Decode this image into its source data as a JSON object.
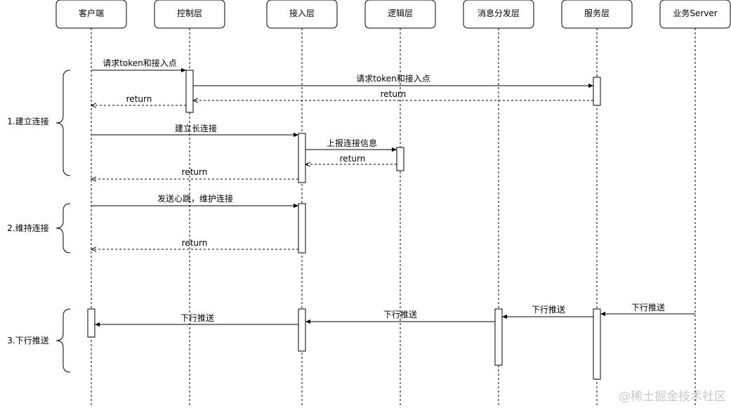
{
  "participants": [
    {
      "id": "client",
      "label": "客户端"
    },
    {
      "id": "control",
      "label": "控制层"
    },
    {
      "id": "access",
      "label": "接入层"
    },
    {
      "id": "logic",
      "label": "逻辑层"
    },
    {
      "id": "dispatch",
      "label": "消息分发层"
    },
    {
      "id": "service",
      "label": "服务层"
    },
    {
      "id": "biz",
      "label": "业务Server"
    }
  ],
  "messages": [
    {
      "label": "请求token和接入点",
      "from": "client",
      "to": "control",
      "style": "solid"
    },
    {
      "label": "请求token和接入点",
      "from": "control",
      "to": "service",
      "style": "solid"
    },
    {
      "label": "return",
      "from": "service",
      "to": "control",
      "style": "dashed"
    },
    {
      "label": "return",
      "from": "control",
      "to": "client",
      "style": "dashed"
    },
    {
      "label": "建立长连接",
      "from": "client",
      "to": "access",
      "style": "solid"
    },
    {
      "label": "上报连接信息",
      "from": "access",
      "to": "logic",
      "style": "solid"
    },
    {
      "label": "return",
      "from": "logic",
      "to": "access",
      "style": "dashed"
    },
    {
      "label": "return",
      "from": "access",
      "to": "client",
      "style": "dashed"
    },
    {
      "label": "发送心跳，维护连接",
      "from": "client",
      "to": "access",
      "style": "solid"
    },
    {
      "label": "return",
      "from": "access",
      "to": "client",
      "style": "dashed"
    },
    {
      "label": "下行推送",
      "from": "biz",
      "to": "service",
      "style": "solid"
    },
    {
      "label": "下行推送",
      "from": "service",
      "to": "dispatch",
      "style": "solid"
    },
    {
      "label": "下行推送",
      "from": "dispatch",
      "to": "access",
      "style": "solid"
    },
    {
      "label": "下行推送",
      "from": "access",
      "to": "client",
      "style": "solid"
    }
  ],
  "phases": [
    {
      "label": "1.建立连接"
    },
    {
      "label": "2.维持连接"
    },
    {
      "label": "3.下行推送"
    }
  ],
  "watermark": "@稀土掘金技术社区"
}
